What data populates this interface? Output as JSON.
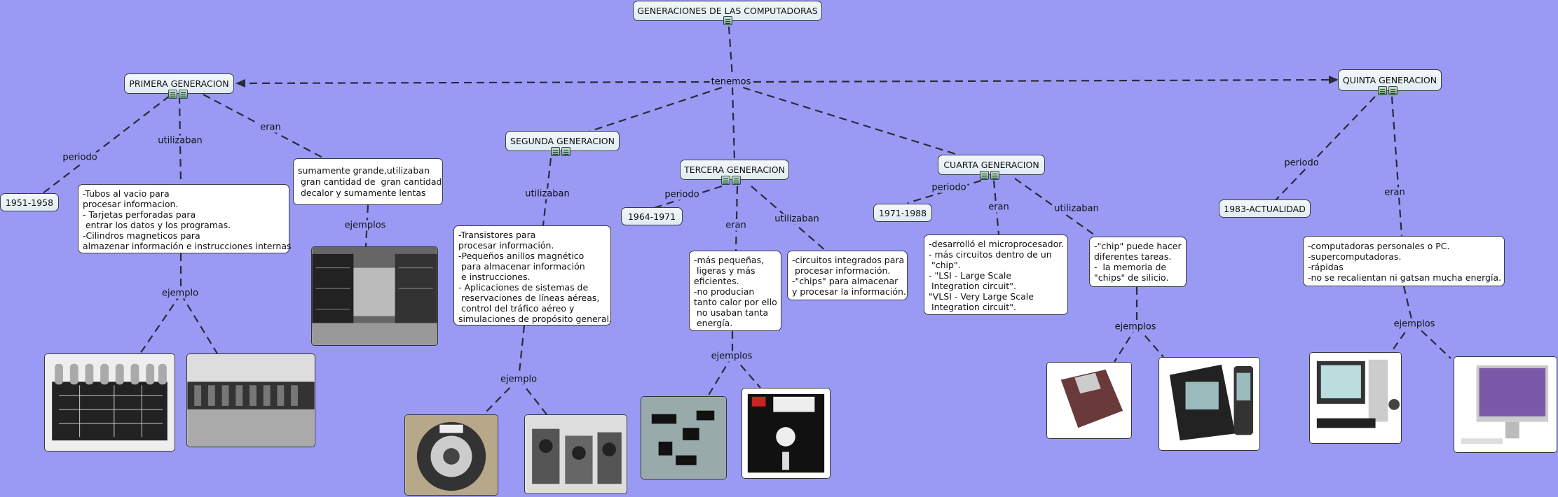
{
  "map_title": "GENERACIONES DE LAS COMPUTADORAS",
  "concepts": {
    "primera": "PRIMERA GENERACION",
    "segunda": "SEGUNDA GENERACION",
    "tercera": "TERCERA GENERACION",
    "cuarta": "CUARTA GENERACION",
    "quinta": "QUINTA GENERACION"
  },
  "dates": {
    "primera": "1951-1958",
    "tercera": "1964-1971",
    "cuarta": "1971-1988",
    "quinta": "1983-ACTUALIDAD"
  },
  "descriptions": {
    "primera_utilizaban": "-Tubos al vacio para\nprocesar informacion.\n- Tarjetas perforadas para\n entrar los datos y los programas.\n-Cilindros magneticos para\nalmazenar información e instrucciones internas",
    "primera_eran": "sumamente grande,utilizaban\n gran cantidad de  gran cantidad\n decalor y sumamente lentas",
    "segunda_utilizaban": "-Transistores para\nprocesar información.\n-Pequeños anillos magnético\n para almacenar información\n e instrucciones.\n- Aplicaciones de sistemas de\n reservaciones de líneas aéreas,\n control del tráfico aéreo y\nsimulaciones de propósito general.",
    "tercera_eran": "-más pequeñas,\n ligeras y más\neficientes.\n-no producian\ntanto calor por ello\n no usaban tanta\n energía.",
    "tercera_utilizaban": "-circuitos integrados para\n procesar información.\n-\"chips\" para almacenar\ny procesar la información.",
    "cuarta_eran": "-desarrolló el microprocesador.\n- más circuitos dentro de un\n \"chip\".\n- \"LSI - Large Scale\n Integration circuit\".\n\"VLSI - Very Large Scale\n Integration circuit\".",
    "cuarta_utilizaban": "-\"chip\" puede hacer\ndiferentes tareas.\n-  la memoria de\n\"chips\" de silicio.",
    "quinta_eran": "-computadoras personales o PC.\n-supercomputadoras.\n-rápidas\n-no se recalientan ni gatsan mucha energía."
  },
  "link_labels": {
    "tenemos": "tenemos",
    "periodo": "periodo",
    "utilizaban": "utilizaban",
    "eran": "eran",
    "ejemplo": "ejemplo",
    "ejemplos": "ejemplos"
  },
  "icon_names": [
    "resource-icon",
    "document-icon"
  ],
  "colors": {
    "background": "#9a9af5",
    "concept_fill": "#e6eff5",
    "line": "#2a2a3a"
  }
}
